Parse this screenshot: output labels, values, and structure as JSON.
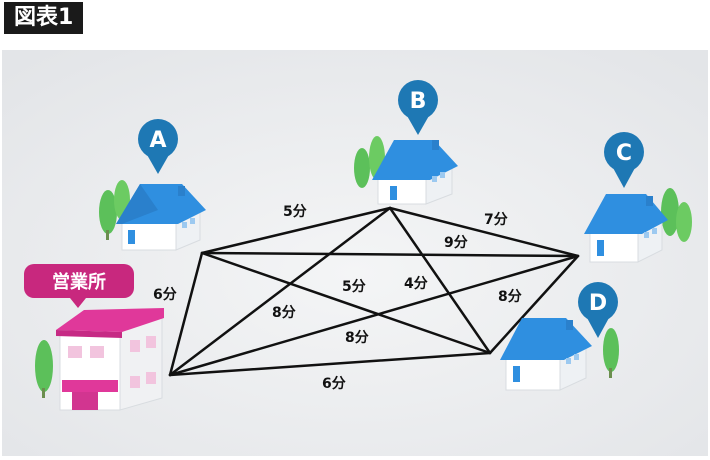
{
  "figure_label": "図表1",
  "office": {
    "label": "営業所"
  },
  "houses": [
    {
      "id": "A",
      "letter": "A"
    },
    {
      "id": "B",
      "letter": "B"
    },
    {
      "id": "C",
      "letter": "C"
    },
    {
      "id": "D",
      "letter": "D"
    }
  ],
  "edges": [
    {
      "id": "office-B",
      "label": "5分"
    },
    {
      "id": "office-C",
      "label": "9分"
    },
    {
      "id": "office-D",
      "label": "5分"
    },
    {
      "id": "B-C",
      "label": "7分"
    },
    {
      "id": "B-D",
      "label": "4分"
    },
    {
      "id": "C-D",
      "label": "8分"
    },
    {
      "id": "office-B-side",
      "label": "6分"
    },
    {
      "id": "B-offline",
      "label": "8分"
    },
    {
      "id": "C-office-low",
      "label": "8分"
    },
    {
      "id": "office-D-bottom",
      "label": "6分"
    }
  ],
  "colors": {
    "house_roof": "#2f8fe0",
    "house_wall": "#ffffff",
    "pin": "#1e78b4",
    "office_roof": "#e0389a",
    "office_label_bg": "#c8287e",
    "tree": "#5cc05a",
    "edge": "#111111"
  }
}
